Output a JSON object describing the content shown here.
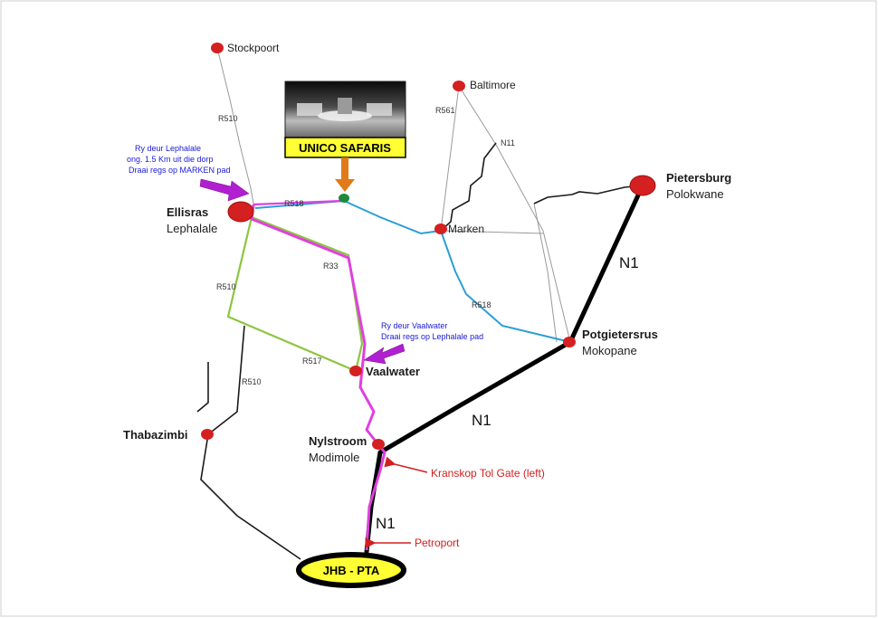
{
  "towns": {
    "stockpoort": "Stockpoort",
    "baltimore": "Baltimore",
    "marken": "Marken",
    "ellisras": "Ellisras",
    "lephalale": "Lephalale",
    "pietersburg": "Pietersburg",
    "polokwane": "Polokwane",
    "potgietersrus": "Potgietersrus",
    "mokopane": "Mokopane",
    "vaalwater": "Vaalwater",
    "thabazimbi": "Thabazimbi",
    "nylstroom": "Nylstroom",
    "modimole": "Modimole"
  },
  "roads": {
    "r510_north": "R510",
    "r510_west": "R510",
    "r510_south": "R510",
    "r518_west": "R518",
    "r518_east": "R518",
    "r561": "R561",
    "n11": "N11",
    "r33": "R33",
    "r517": "R517",
    "n1_north": "N1",
    "n1_middle": "N1",
    "n1_south": "N1"
  },
  "destination": {
    "label": "UNICO SAFARIS",
    "marker_color": "#1e8a3a"
  },
  "hub": {
    "label": "JHB - PTA"
  },
  "notes": {
    "lephalale_line1": "Ry deur Lephalale",
    "lephalale_line2": "ong. 1.5 Km uit die dorp",
    "lephalale_line3": "Draai regs op MARKEN pad",
    "vaalwater_line1": "Ry deur Vaalwater",
    "vaalwater_line2": "Draai regs op Lephalale pad"
  },
  "callouts": {
    "kranskop": "Kranskop Tol Gate (left)",
    "petroport": "Petroport"
  },
  "colors": {
    "town_dot": "#d42020",
    "route_highlight": "#e040e0",
    "green_road": "#8cc63f",
    "blue_road": "#2a9fd6",
    "n1": "#000000",
    "arrow_purple": "#b020d0",
    "arrow_orange": "#e07a1a",
    "label_box": "#ffff33"
  },
  "icons": {
    "pointer_arrow": "purple-arrow-icon",
    "down_arrow": "orange-down-arrow-icon",
    "red_arrow": "red-arrow-icon"
  }
}
